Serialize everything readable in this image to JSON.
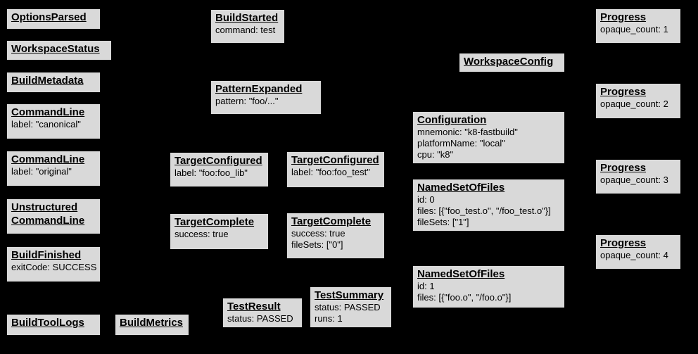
{
  "colors": {
    "background": "#000000",
    "box_fill": "#d9d9d9",
    "box_border": "#000000",
    "text_color": "#000000"
  },
  "boxes": [
    {
      "id": "options-parsed",
      "title": "OptionsParsed",
      "lines": []
    },
    {
      "id": "workspace-status",
      "title": "WorkspaceStatus",
      "lines": []
    },
    {
      "id": "build-metadata",
      "title": "BuildMetadata",
      "lines": []
    },
    {
      "id": "command-line-canonical",
      "title": "CommandLine",
      "lines": [
        "label: \"canonical\""
      ]
    },
    {
      "id": "command-line-original",
      "title": "CommandLine",
      "lines": [
        "label: \"original\""
      ]
    },
    {
      "id": "unstructured-command-line",
      "title": "Unstructured\nCommandLine",
      "lines": []
    },
    {
      "id": "build-finished",
      "title": "BuildFinished",
      "lines": [
        "exitCode: SUCCESS"
      ]
    },
    {
      "id": "build-tool-logs",
      "title": "BuildToolLogs",
      "lines": []
    },
    {
      "id": "build-metrics",
      "title": "BuildMetrics",
      "lines": []
    },
    {
      "id": "build-started",
      "title": "BuildStarted",
      "lines": [
        "command: test"
      ]
    },
    {
      "id": "pattern-expanded",
      "title": "PatternExpanded",
      "lines": [
        "pattern: \"foo/...\""
      ]
    },
    {
      "id": "target-configured-foo-lib",
      "title": "TargetConfigured",
      "lines": [
        "label: \"foo:foo_lib\""
      ]
    },
    {
      "id": "target-configured-foo-test",
      "title": "TargetConfigured",
      "lines": [
        "label: \"foo:foo_test\""
      ]
    },
    {
      "id": "target-complete-foo-lib",
      "title": "TargetComplete",
      "lines": [
        "success: true"
      ]
    },
    {
      "id": "target-complete-foo-test",
      "title": "TargetComplete",
      "lines": [
        "success: true",
        "fileSets: [\"0\"]"
      ]
    },
    {
      "id": "test-result",
      "title": "TestResult",
      "lines": [
        "status: PASSED"
      ]
    },
    {
      "id": "test-summary",
      "title": "TestSummary",
      "lines": [
        "status: PASSED",
        "runs: 1"
      ]
    },
    {
      "id": "workspace-config",
      "title": "WorkspaceConfig",
      "lines": []
    },
    {
      "id": "configuration",
      "title": "Configuration",
      "lines": [
        "mnemonic: \"k8-fastbuild\"",
        "platformName: \"local\"",
        "cpu: \"k8\""
      ]
    },
    {
      "id": "named-set-of-files-0",
      "title": "NamedSetOfFiles",
      "lines": [
        "id: 0",
        "files: [{\"foo_test.o\", \"/foo_test.o\"}]",
        "fileSets: [\"1\"]"
      ]
    },
    {
      "id": "named-set-of-files-1",
      "title": "NamedSetOfFiles",
      "lines": [
        "id: 1",
        "files: [{\"foo.o\", \"/foo.o\"}]"
      ]
    },
    {
      "id": "progress-1",
      "title": "Progress",
      "lines": [
        "opaque_count: 1"
      ]
    },
    {
      "id": "progress-2",
      "title": "Progress",
      "lines": [
        "opaque_count: 2"
      ]
    },
    {
      "id": "progress-3",
      "title": "Progress",
      "lines": [
        "opaque_count: 3"
      ]
    },
    {
      "id": "progress-4",
      "title": "Progress",
      "lines": [
        "opaque_count: 4"
      ]
    }
  ]
}
